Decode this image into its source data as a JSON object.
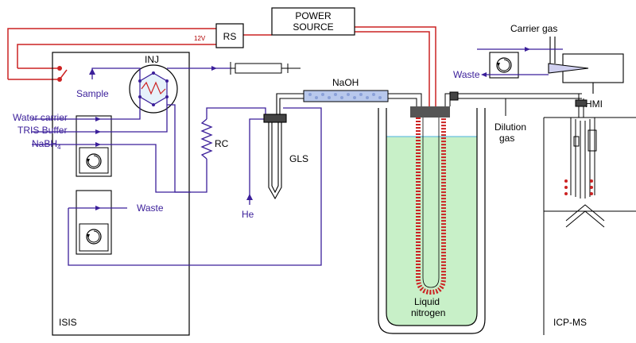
{
  "labels": {
    "power_source_line1": "POWER",
    "power_source_line2": "SOURCE",
    "rs": "RS",
    "voltage": "12V",
    "inj": "INJ",
    "sample": "Sample",
    "water_carrier": "Water carrier",
    "tris_buffer": "TRIS Buffer",
    "nabh4": "NaBH",
    "nabh4_sub": "4",
    "rc": "RC",
    "naoh": "NaOH",
    "gls": "GLS",
    "he": "He",
    "waste_left": "Waste",
    "isis": "ISIS",
    "liquid_line1": "Liquid",
    "liquid_line2": "nitrogen",
    "dilution_line1": "Dilution",
    "dilution_line2": "gas",
    "carrier_gas": "Carrier gas",
    "waste_right": "Waste",
    "hmi": "HMI",
    "icpms": "ICP-MS"
  },
  "colors": {
    "flow_line": "#3b1f9a",
    "wire": "#cc2222",
    "outline": "#000000",
    "liquid_nitrogen": "#c8f0c8",
    "naoh_tube": "#b8c8ec"
  }
}
